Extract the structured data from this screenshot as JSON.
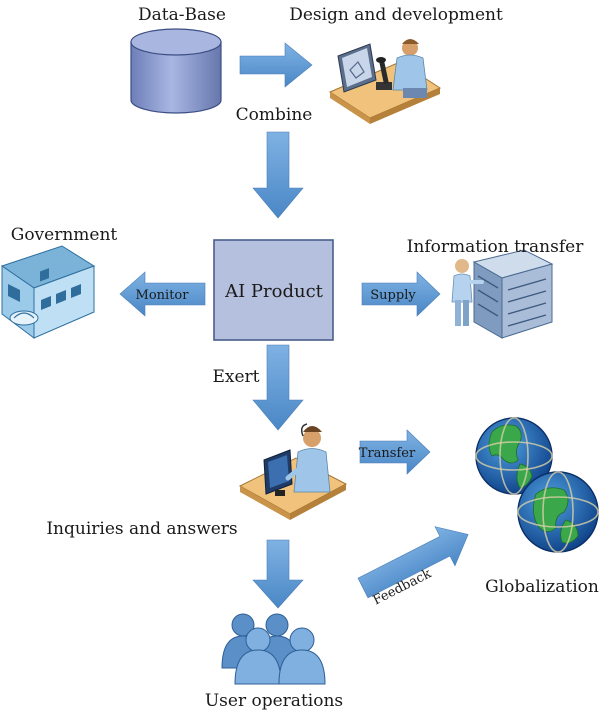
{
  "nodes": {
    "database": "Data-Base",
    "design": "Design and development",
    "ai_product": "AI Product",
    "government": "Government",
    "info_transfer": "Information transfer",
    "inquiries": "Inquiries and answers",
    "user_ops": "User operations",
    "globalization": "Globalization"
  },
  "edges": {
    "combine": "Combine",
    "monitor": "Monitor",
    "supply": "Supply",
    "exert": "Exert",
    "transfer": "Transfer",
    "feedback": "Feedback"
  },
  "icons": {
    "database": "database-cylinder-icon",
    "design": "scientist-workstation-icon",
    "government": "government-building-icon",
    "info_transfer": "server-rack-operator-icon",
    "inquiries": "call-center-operator-icon",
    "user_ops": "user-group-icon",
    "globalization": "globe-pair-icon"
  },
  "colors": {
    "arrow": "#5b9bd5",
    "ai_product_fill": "#b4c0de",
    "ai_product_border": "#4a5e8c",
    "cylinder": "#8e9fd0"
  }
}
